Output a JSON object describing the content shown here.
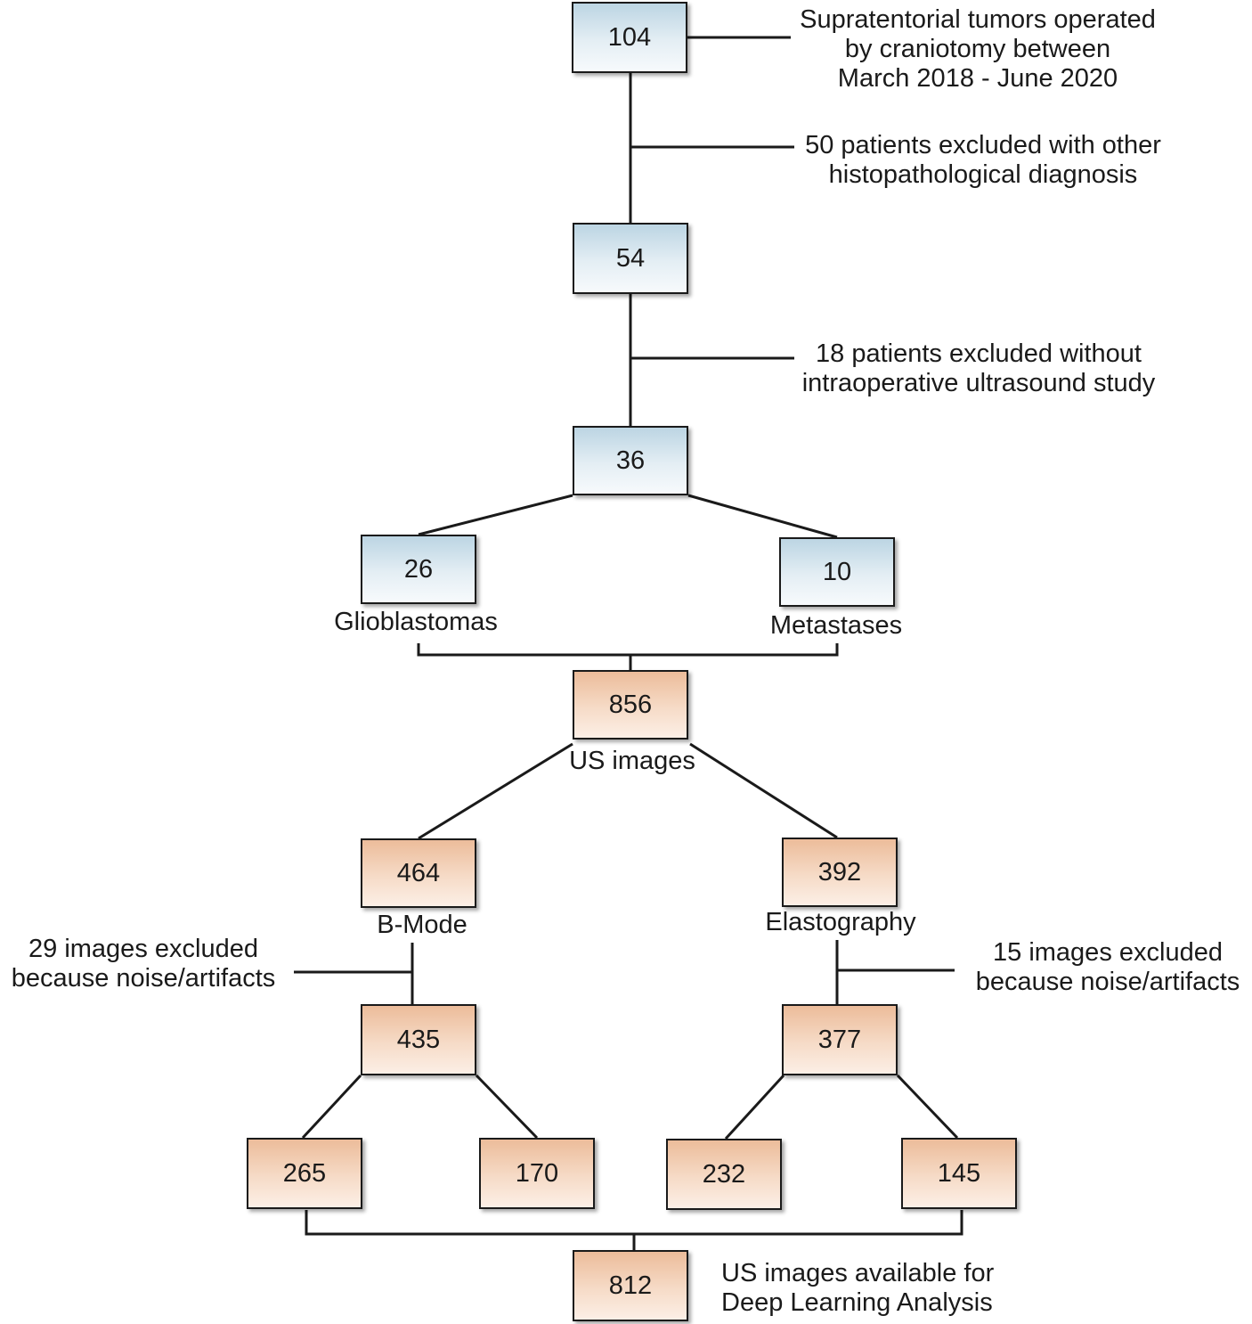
{
  "nodes": {
    "n104": "104",
    "n54": "54",
    "n36": "36",
    "n26": "26",
    "n10": "10",
    "n856": "856",
    "n464": "464",
    "n392": "392",
    "n435": "435",
    "n377": "377",
    "n265": "265",
    "n170": "170",
    "n232": "232",
    "n145": "145",
    "n812": "812"
  },
  "labels": {
    "start": [
      "Supratentorial tumors operated",
      "by craniotomy between",
      "March 2018 - June 2020"
    ],
    "excl_histo": [
      "50 patients excluded with other",
      "histopathological diagnosis"
    ],
    "excl_us": [
      "18 patients excluded without",
      "intraoperative ultrasound study"
    ],
    "glioblastomas": "Glioblastomas",
    "metastases": "Metastases",
    "us_images": "US images",
    "b_mode": "B-Mode",
    "elastography": "Elastography",
    "excl_bmode": [
      "29 images excluded",
      "because noise/artifacts"
    ],
    "excl_elasto": [
      "15 images excluded",
      "because noise/artifacts"
    ],
    "final": [
      "US images available for",
      "Deep Learning Analysis"
    ]
  },
  "colors": {
    "blue_box": "#bcd5e3",
    "orange_box": "#ecbc9a",
    "line": "#1a1a1a"
  }
}
